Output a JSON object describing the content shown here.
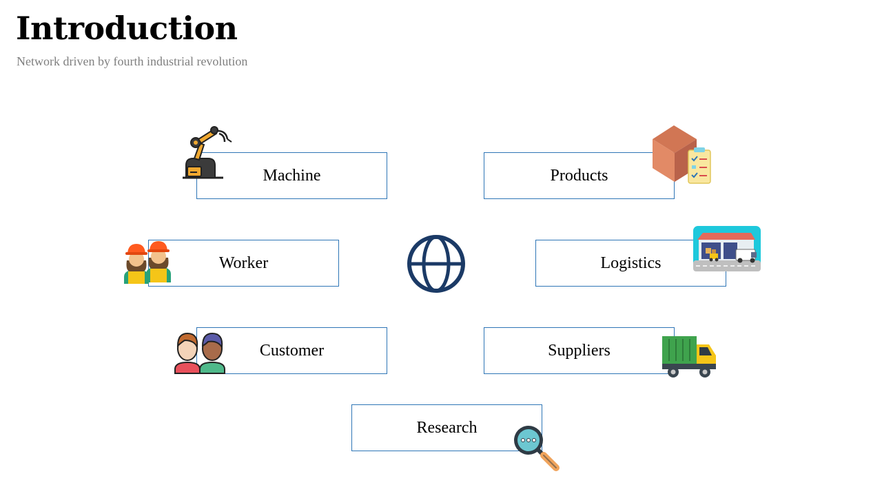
{
  "header": {
    "title": "Introduction",
    "subtitle": "Network driven by fourth industrial revolution"
  },
  "nodes": [
    {
      "label": "Machine",
      "icon": "robot-arm-icon"
    },
    {
      "label": "Products",
      "icon": "box-checklist-icon"
    },
    {
      "label": "Worker",
      "icon": "workers-icon"
    },
    {
      "label": "Logistics",
      "icon": "warehouse-icon"
    },
    {
      "label": "Customer",
      "icon": "customers-icon"
    },
    {
      "label": "Suppliers",
      "icon": "truck-icon"
    },
    {
      "label": "Research",
      "icon": "magnifier-icon"
    }
  ],
  "center": {
    "icon": "globe-icon"
  },
  "colors": {
    "border": "#2e75b6",
    "globe": "#1b3a66",
    "subtitle": "#7f7f7f"
  }
}
